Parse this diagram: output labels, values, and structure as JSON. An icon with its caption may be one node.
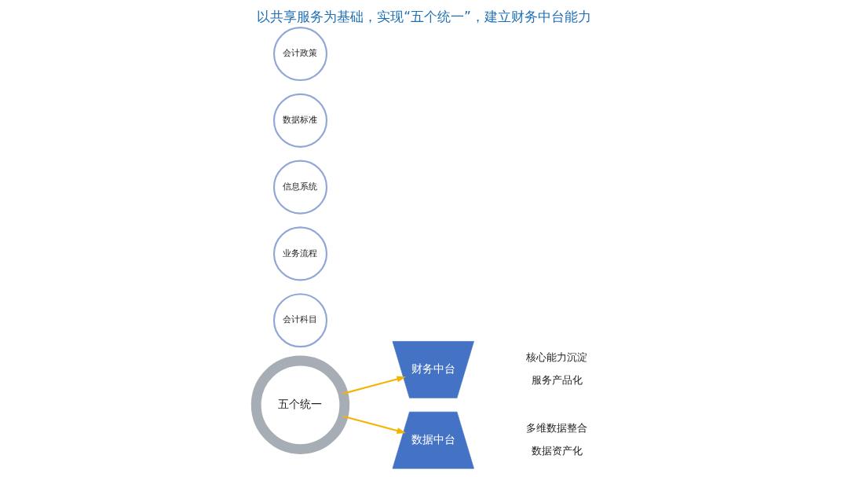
{
  "diagram": {
    "title": "以共享服务为基础，实现“五个统一”，建立财务中台能力",
    "nodes": [
      {
        "text": [
          "五个统一"
        ]
      },
      {
        "text": [
          "会计科目"
        ]
      },
      {
        "text": [
          "业务流程"
        ]
      },
      {
        "text": [
          "信息系统"
        ]
      },
      {
        "text": [
          "数据标准"
        ]
      },
      {
        "text": [
          "会计政策"
        ]
      },
      {
        "text": [
          "财务中台"
        ],
        "beside": [
          "核心能力沉淀",
          "服务产品化"
        ]
      },
      {
        "text": [
          "数据中台"
        ],
        "beside": [
          "多维数据整合",
          "数据资产化"
        ]
      }
    ],
    "edges": [
      {
        "from": 0,
        "to": 6,
        "arrow": "to",
        "color": "#f5b301"
      },
      {
        "from": 0,
        "to": 7,
        "arrow": "to",
        "color": "#f5b301"
      }
    ]
  }
}
